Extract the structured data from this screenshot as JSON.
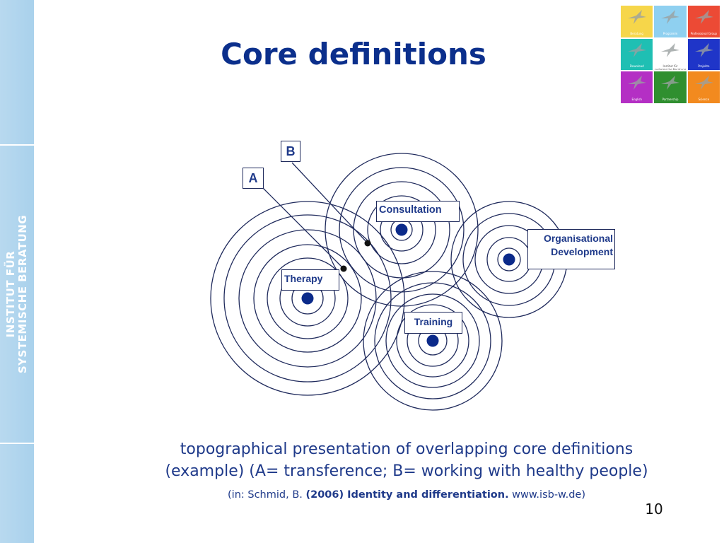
{
  "slide": {
    "title": "Core definitions",
    "page_number": "10"
  },
  "sidebar": {
    "line1": "INSTITUT FÜR",
    "line2": "SYSTEMISCHE BERATUNG"
  },
  "logo_grid": {
    "tiles": [
      {
        "label": "Beratung",
        "color": "#f6d64a"
      },
      {
        "label": "Programm",
        "color": "#8fd0f0"
      },
      {
        "label": "Professional Group",
        "color": "#ec4a35"
      },
      {
        "label": "Download",
        "color": "#1fbfb3"
      },
      {
        "label": "Institut für systemische Beratung",
        "color": "#ffffff"
      },
      {
        "label": "Projekte",
        "color": "#1f35c8"
      },
      {
        "label": "English",
        "color": "#b42fc4"
      },
      {
        "label": "Partnership",
        "color": "#2f8f2f"
      },
      {
        "label": "Science",
        "color": "#f28a1f"
      }
    ]
  },
  "diagram": {
    "labels": {
      "consultation": "Consultation",
      "organisational_line1": "Organisational",
      "organisational_line2": "Development",
      "therapy": "Therapy",
      "training": "Training",
      "marker_a": "A",
      "marker_b": "B"
    },
    "colors": {
      "circle_stroke": "#1f2a5c",
      "center_dot": "#0b2a8a",
      "label_text": "#1f3a8a"
    }
  },
  "caption": {
    "line1": "topographical presentation of overlapping core definitions",
    "line2": "(example) (A= transference; B= working with healthy people)"
  },
  "citation": {
    "prefix": "(in: Schmid, B. ",
    "bold": "(2006) Identity and differentiation.",
    "suffix": " www.isb-w.de)"
  }
}
